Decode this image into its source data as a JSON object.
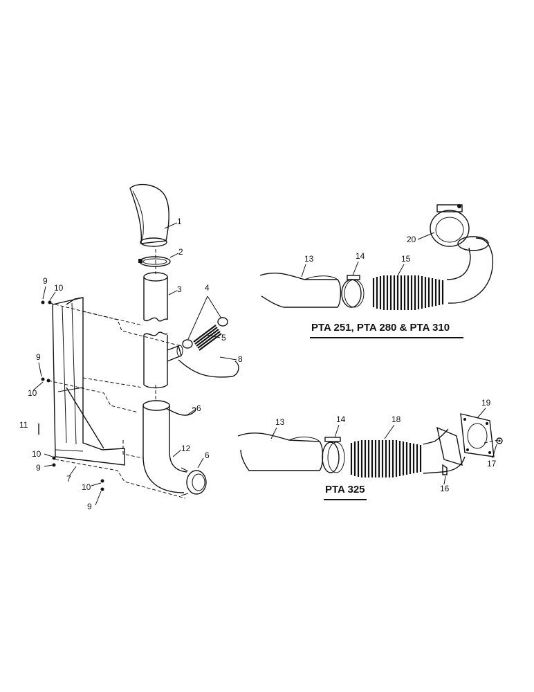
{
  "diagram": {
    "callouts": [
      "1",
      "2",
      "3",
      "4",
      "5",
      "6",
      "6",
      "7",
      "8",
      "9",
      "9",
      "9",
      "9",
      "10",
      "10",
      "10",
      "10",
      "11",
      "12",
      "13",
      "13",
      "14",
      "14",
      "15",
      "16",
      "17",
      "18",
      "19",
      "20"
    ],
    "captions": {
      "upper": "PTA 251, PTA 280 & PTA 310",
      "lower": "PTA 325"
    }
  }
}
